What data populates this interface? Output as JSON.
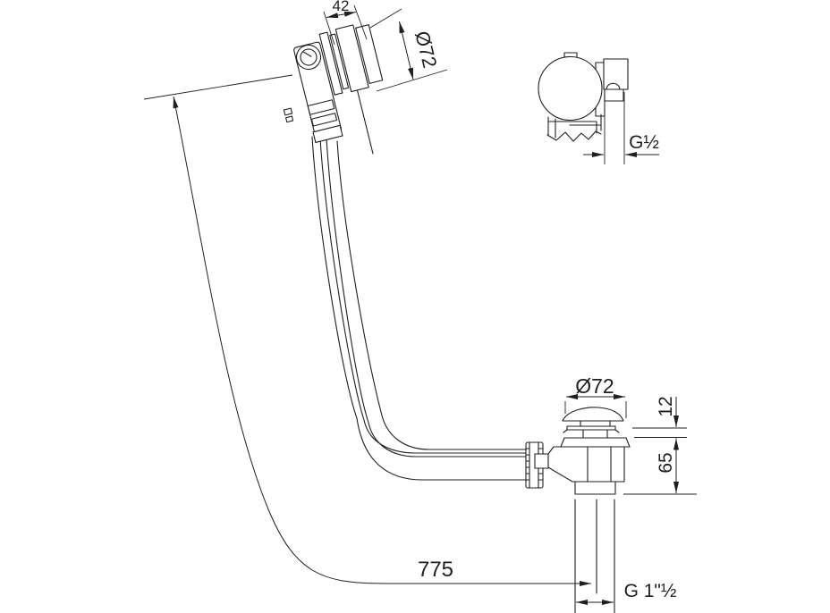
{
  "drawing": {
    "type": "technical-dimension-drawing",
    "subject": "bath waste and overflow set with bowden cable control",
    "background_color": "#ffffff",
    "line_color": "#1f1f1f",
    "views": [
      {
        "id": "head-side-view",
        "description": "overflow control head, side view, tilted"
      },
      {
        "id": "head-top-view",
        "description": "overflow control head, top view with outlet elbow and break line"
      },
      {
        "id": "drain-side-view",
        "description": "click-clack waste body with mushroom plug and knurled cable nut"
      },
      {
        "id": "cable",
        "description": "bowden cable curving from head to waste body"
      }
    ],
    "dimensions": {
      "head_width": "42",
      "head_diameter": "Ø72",
      "overflow_thread": "G½",
      "plug_diameter": "Ø72",
      "plug_lift": "12",
      "waste_height": "65",
      "cable_length": "775",
      "waste_thread": "G 1\"½"
    }
  }
}
